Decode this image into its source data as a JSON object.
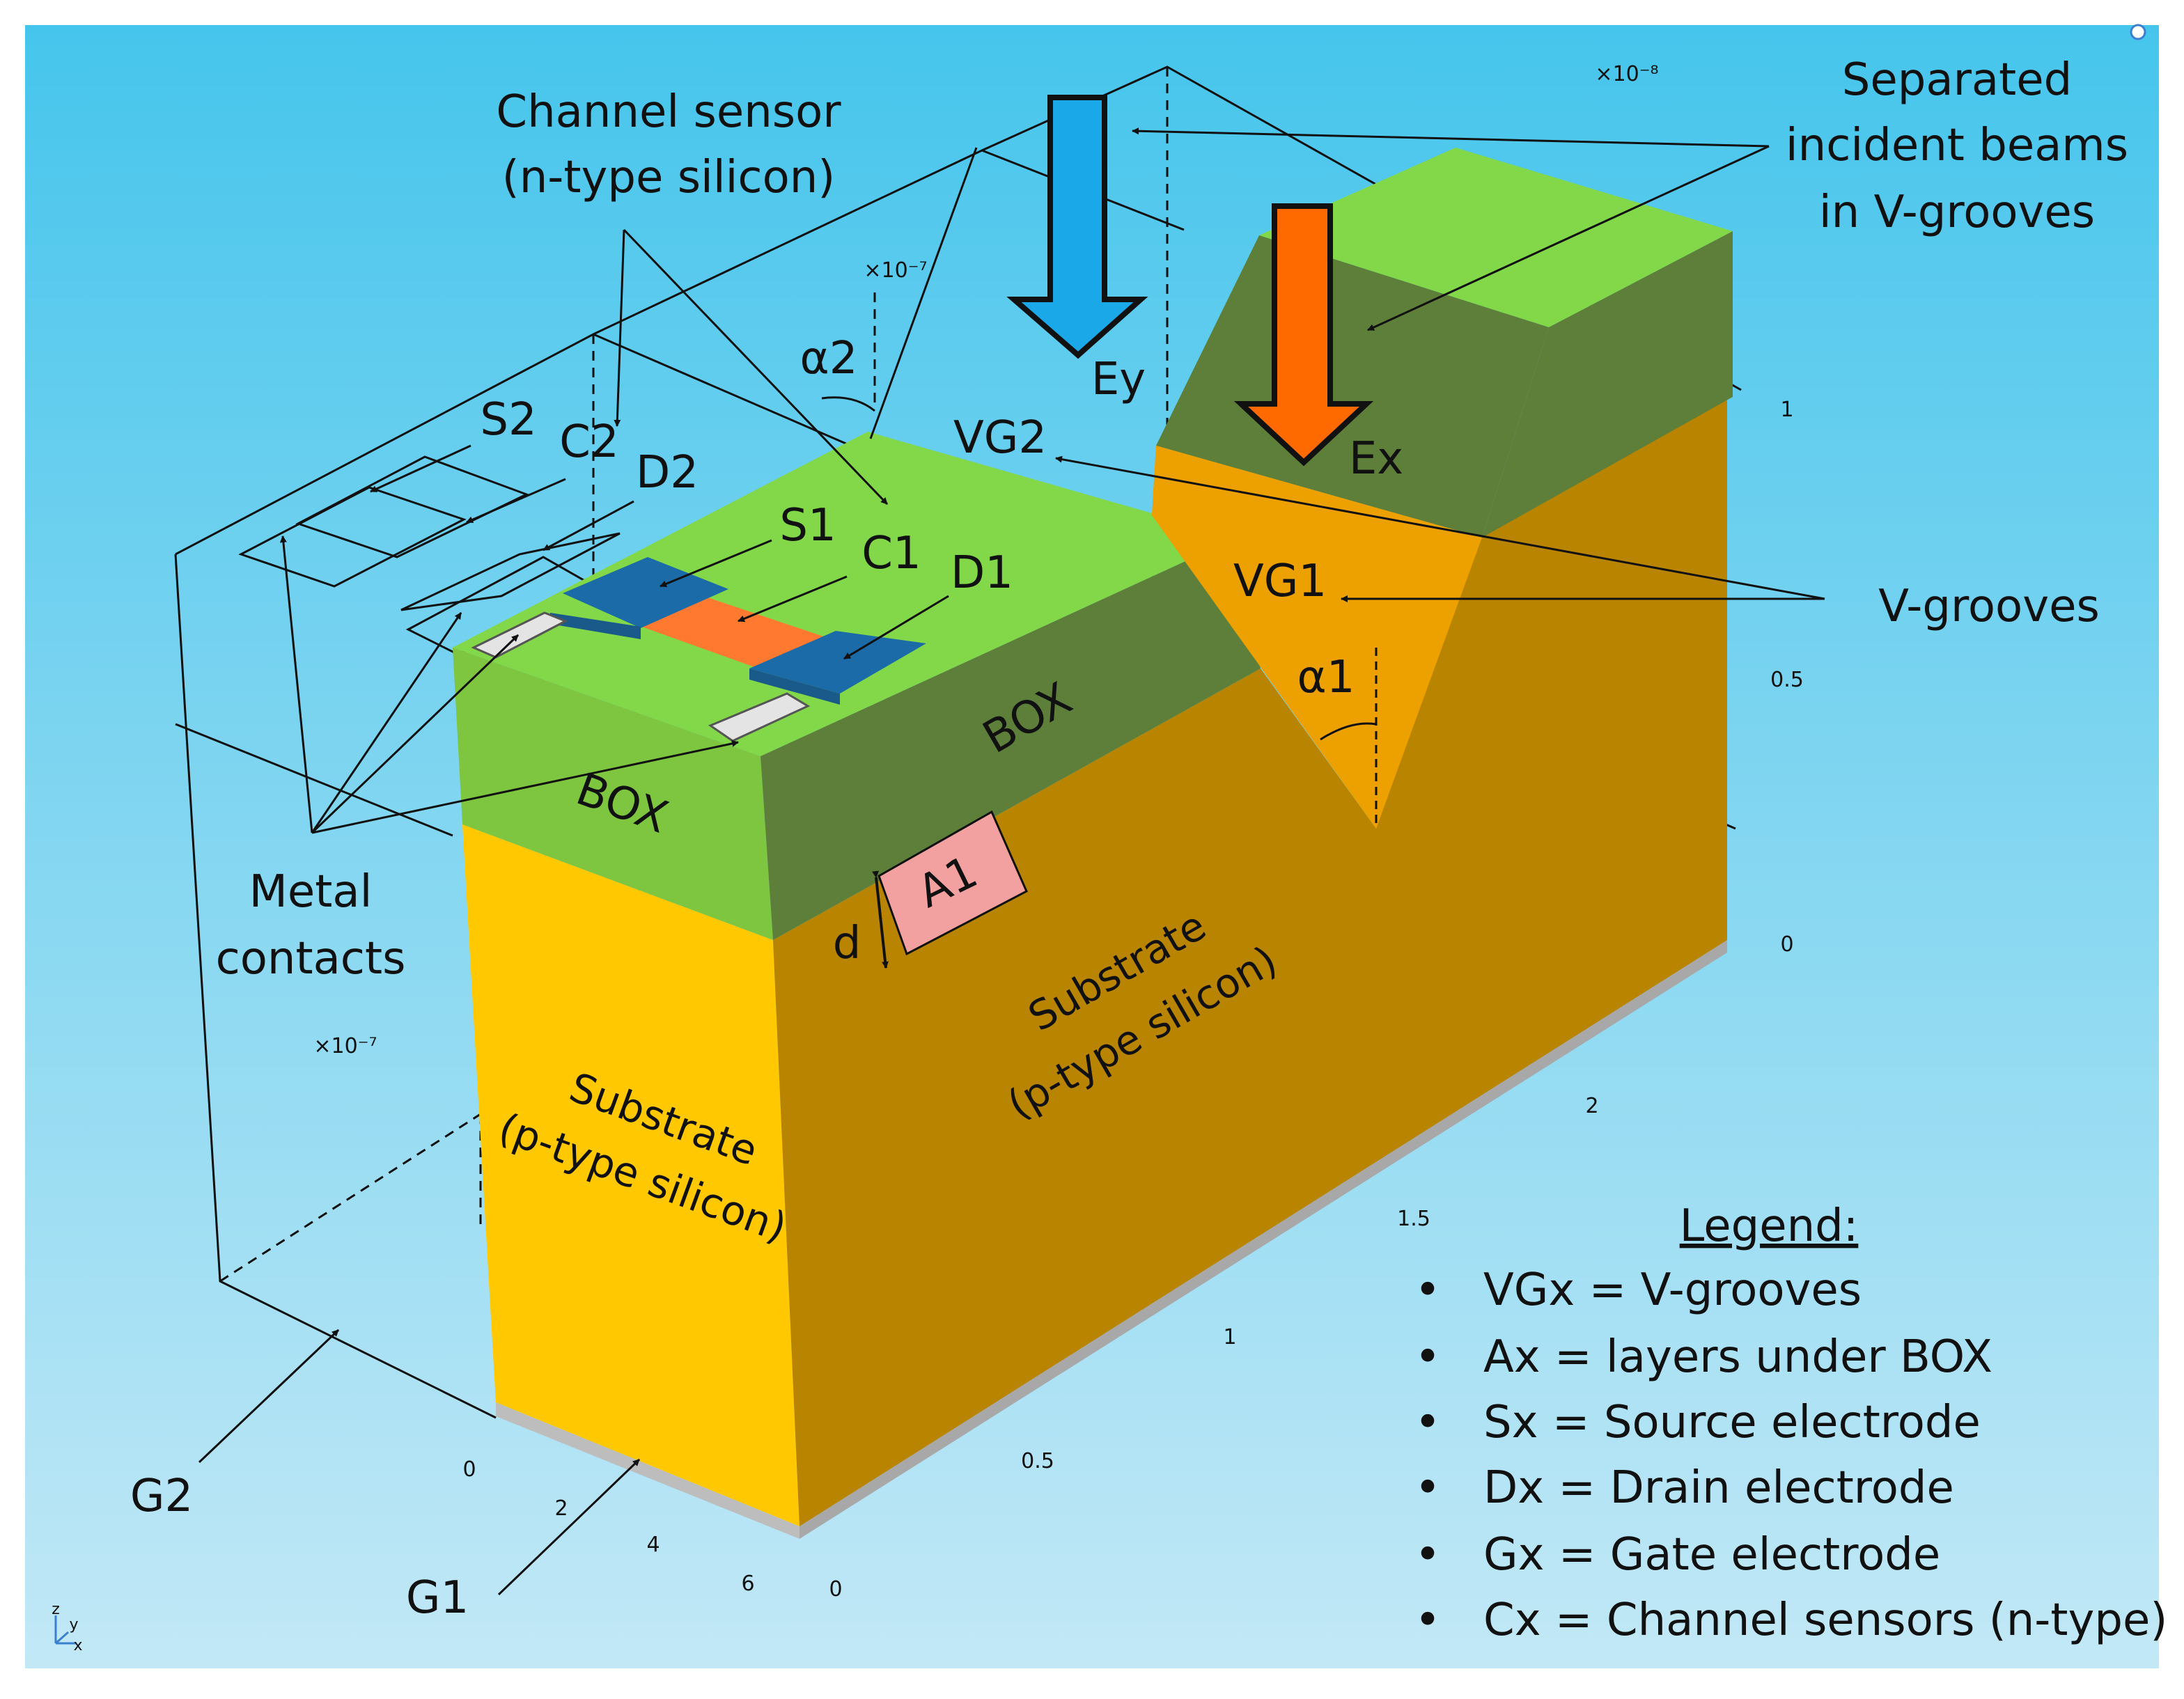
{
  "labels": {
    "channel_sensor": [
      "Channel sensor",
      "(n-type silicon)"
    ],
    "separated_beams": [
      "Separated",
      "incident beams",
      "in V-grooves"
    ],
    "v_grooves": "V-grooves",
    "metal_contacts": [
      "Metal",
      "contacts"
    ],
    "s2": "S2",
    "c2": "C2",
    "d2": "D2",
    "s1": "S1",
    "c1": "C1",
    "d1": "D1",
    "alpha2": "α2",
    "alpha1": "α1",
    "vg2": "VG2",
    "vg1": "VG1",
    "ey": "Ey",
    "ex": "Ex",
    "box_front": "BOX",
    "box_side": "BOX",
    "a1": "A1",
    "d": "d",
    "substrate_front": [
      "Substrate",
      "(p-type silicon)"
    ],
    "substrate_side": [
      "Substrate",
      "(p-type silicon)"
    ],
    "g1": "G1",
    "g2": "G2"
  },
  "axes": {
    "exp_top": "×10⁻⁸",
    "exp_mid": "×10⁻⁷",
    "exp_left": "×10⁻⁷",
    "right_ticks": [
      "1",
      "0.5",
      "0"
    ],
    "bottom_ticks": [
      "2",
      "1.5",
      "1",
      "0.5",
      "0"
    ],
    "depth_ticks": [
      "0",
      "2",
      "4",
      "6"
    ],
    "triad": {
      "z": "z",
      "y": "y",
      "x": "x"
    }
  },
  "legend": {
    "title": "Legend:",
    "items": [
      "VGx = V-grooves",
      "Ax = layers under BOX",
      "Sx = Source electrode",
      "Dx = Drain electrode",
      "Gx = Gate electrode",
      "Cx = Channel sensors (n-type)"
    ]
  },
  "colors": {
    "background_top": "#46c5ec",
    "background_bottom": "#c2e8f6",
    "box_light": "#7ec63f",
    "box_dark": "#5e7f3a",
    "box_top_green": "#82d848",
    "substrate_front": "#ffc800",
    "substrate_side": "#b98400",
    "groove_face": "#eda100",
    "source_drain": "#1a6ba8",
    "channel": "#ff7a30",
    "metal": "#e0e0e0",
    "beam_ey": "#1aa8e8",
    "beam_ex": "#ff6a00",
    "a1_fill": "#f2a0a0"
  }
}
